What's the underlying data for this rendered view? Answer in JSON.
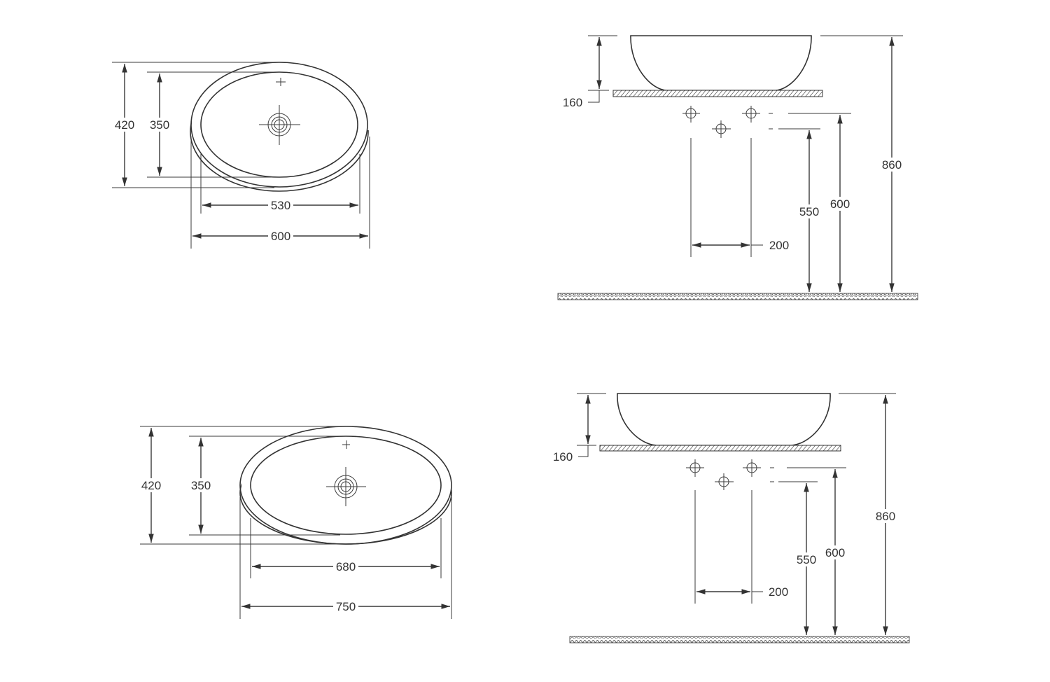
{
  "top_view_1": {
    "outer_width": "600",
    "inner_width": "530",
    "outer_depth": "420",
    "inner_depth": "350"
  },
  "side_view_1": {
    "bowl_height": "160",
    "rim_height": "860",
    "drain_height": "600",
    "trap_height": "550",
    "tap_spacing": "200"
  },
  "top_view_2": {
    "outer_width": "750",
    "inner_width": "680",
    "outer_depth": "420",
    "inner_depth": "350"
  },
  "side_view_2": {
    "bowl_height": "160",
    "rim_height": "860",
    "drain_height": "600",
    "trap_height": "550",
    "tap_spacing": "200"
  },
  "colors": {
    "line": "#333333",
    "background": "#ffffff"
  }
}
